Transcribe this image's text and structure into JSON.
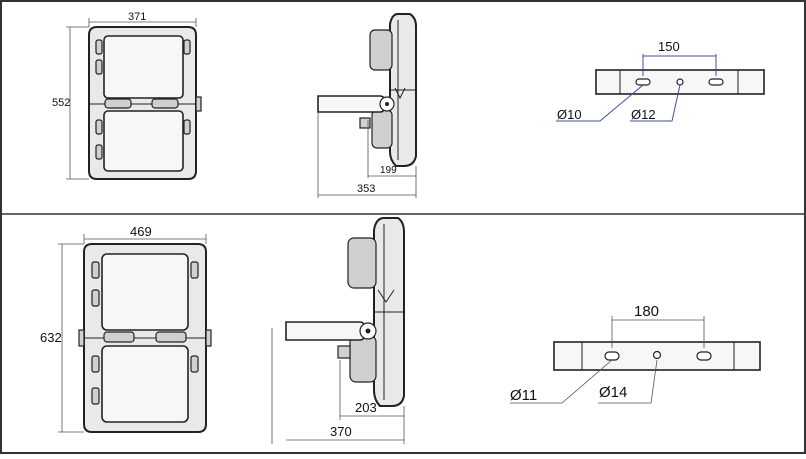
{
  "views": {
    "top_front": {
      "width": "371",
      "height": "552"
    },
    "top_side": {
      "depth_bracket": "199",
      "depth_total": "353"
    },
    "top_bracket": {
      "spacing": "150",
      "slot_diameter": "Ø10",
      "hole_diameter": "Ø12"
    },
    "bottom_front": {
      "width": "469",
      "height": "632"
    },
    "bottom_side": {
      "depth_bracket": "203",
      "depth_total": "370"
    },
    "bottom_bracket": {
      "spacing": "180",
      "slot_diameter": "Ø11",
      "hole_diameter": "Ø14"
    }
  },
  "colors": {
    "line": "#222222",
    "leader": "#3c4fa6",
    "dimension": "#555555"
  }
}
